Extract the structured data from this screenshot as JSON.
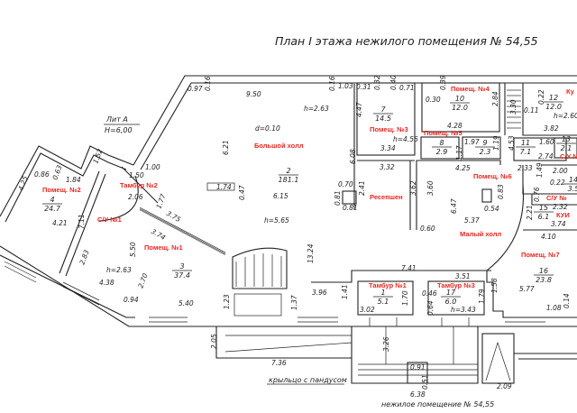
{
  "title": "План I этажа нежилого помещения № 54,55",
  "lit": {
    "name": "Лит А",
    "height": "H=6,00"
  },
  "room_labels": [
    "Помещ. №2",
    "Тамбур №2",
    "С/У №1",
    "Помещ. №1",
    "Большой холл",
    "Помещ. №3",
    "Помещ. №4",
    "Помещ. №5",
    "Помещ. №6",
    "Ресепшен",
    "Малый холл",
    "Ку",
    "С/У №",
    "С/У №",
    "КУИ",
    "Помещ. №7",
    "Тамбур №1",
    "Тамбур №3"
  ],
  "room_numbers": [
    {
      "number": "4",
      "area": "24.7"
    },
    {
      "number": "2",
      "area": "181.1"
    },
    {
      "number": "3",
      "area": "37.4"
    },
    {
      "number": "7",
      "area": "14.5"
    },
    {
      "number": "10",
      "area": "12.0"
    },
    {
      "number": "8",
      "area": "2.9"
    },
    {
      "number": "9",
      "area": "2.3"
    },
    {
      "number": "11",
      "area": "7.1"
    },
    {
      "number": "12",
      "area": "12.0"
    },
    {
      "number": "13",
      "area": "2.1"
    },
    {
      "number": "14",
      "area": "3.5"
    },
    {
      "number": "15",
      "area": "6.1"
    },
    {
      "number": "16",
      "area": "23.8"
    },
    {
      "number": "1",
      "area": "5.1"
    },
    {
      "number": "17",
      "area": "6.0"
    }
  ],
  "dimensions": [
    "0.97",
    "0.16",
    "9.50",
    "0.16",
    "1.03",
    "0.31",
    "0.32",
    "0.40",
    "0.71",
    "0.30",
    "0.39",
    "2.84",
    "4.47",
    "3.34",
    "h=4.56",
    "4.28",
    "h=2.63",
    "d=0.10",
    "6.21",
    "1.74",
    "0.47",
    "6.15",
    "h=5.65",
    "3.75",
    "3.74",
    "6.08",
    "3.32",
    "0.70",
    "2.41",
    "0.81",
    "0.81",
    "3.62",
    "3.60",
    "0.60",
    "6.47",
    "5.37",
    "0.54",
    "0.83",
    "4.25",
    "2.33",
    "1.97",
    "1.17",
    "1.19",
    "4.53",
    "1.60",
    "2.74",
    "3.30",
    "0.11",
    "0.22",
    "h=2.60",
    "3.82",
    "1.49",
    "2.00",
    "0.22",
    "2.21",
    "0.76",
    "2.32",
    "3.74",
    "4.10",
    "13.24",
    "0.86",
    "0.63",
    "1.84",
    "1.52",
    "1.50",
    "1.00",
    "2.06",
    "1.77",
    "4.25",
    "4.21",
    "7.11",
    "2.83",
    "5.50",
    "h=2.63",
    "4.38",
    "2.70",
    "0.94",
    "5.40",
    "1.23",
    "3.96",
    "1.41",
    "1.37",
    "7.41",
    "3.02",
    "1.70",
    "0.46",
    "0.64",
    "3.51",
    "h=3.43",
    "1.79",
    "1.58",
    "5.77",
    "1.08",
    "0.14",
    "2.05",
    "3.26",
    "7.36",
    "0.91",
    "0.51",
    "6.38",
    "2.09"
  ],
  "notes": {
    "porch": "крыльцо с пандусом",
    "footer": "нежилое помещение № 54,55"
  }
}
